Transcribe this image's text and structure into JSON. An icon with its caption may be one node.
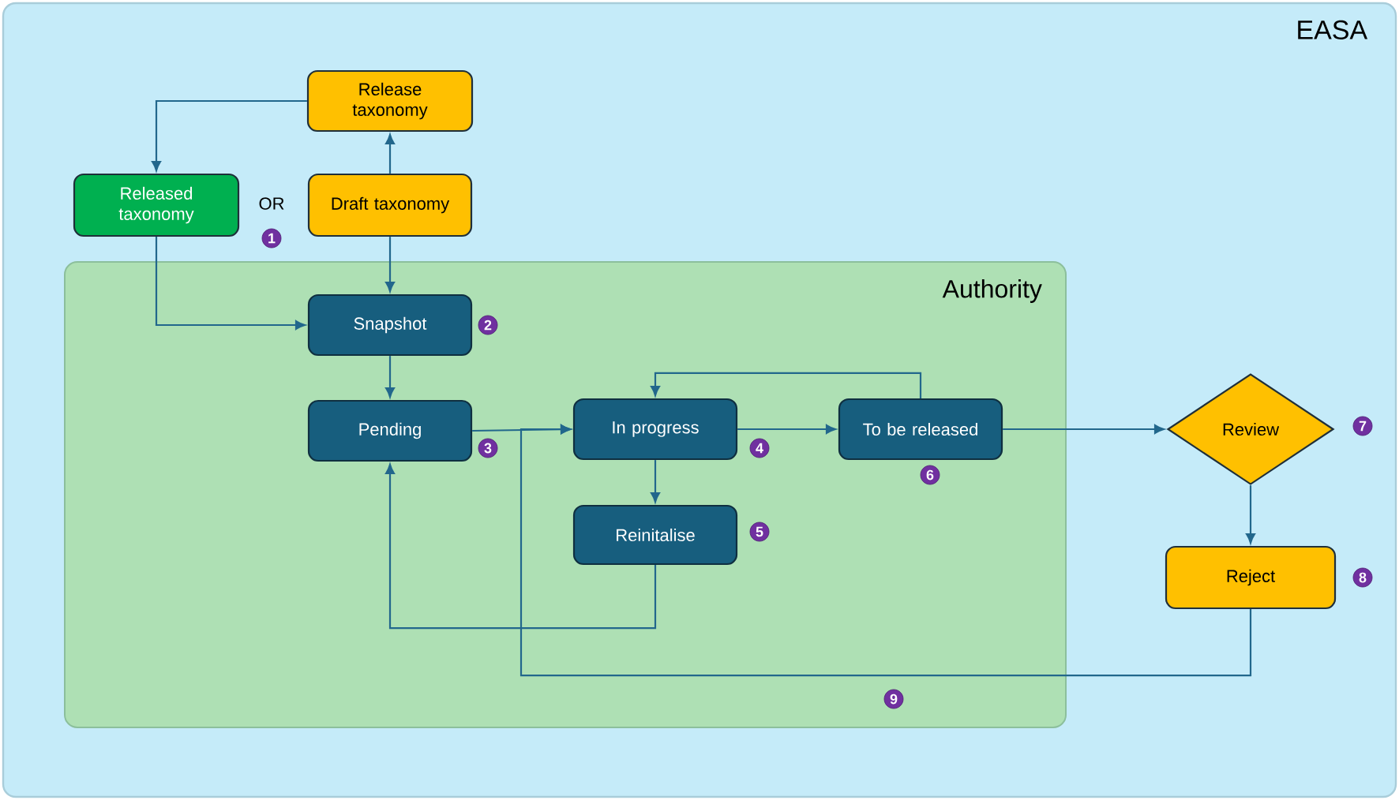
{
  "diagram": {
    "nodes": [
      {
        "text": [
          "EASA"
        ]
      },
      {
        "text": [
          "Release taxonomy"
        ],
        "in": 0
      },
      {
        "text": [
          "Released taxonomy"
        ],
        "in": 0
      },
      {
        "text": [
          "Draft taxonomy"
        ],
        "in": 0
      },
      {
        "text": [
          "Authority"
        ],
        "in": 0
      },
      {
        "text": [
          "Snapshot"
        ],
        "in": 4
      },
      {
        "text": [
          "Pending"
        ],
        "in": 4
      },
      {
        "text": [
          "In progress"
        ],
        "in": 4
      },
      {
        "text": [
          "To be released"
        ],
        "in": 4
      },
      {
        "text": [
          "Reinitalise"
        ],
        "in": 4
      },
      {
        "text": [
          "Review"
        ],
        "in": 0
      },
      {
        "text": [
          "Reject"
        ],
        "in": 0
      }
    ],
    "edges": [
      {
        "from": 3,
        "to": 1,
        "arrow": "to"
      },
      {
        "from": 1,
        "to": 2,
        "arrow": "to"
      },
      {
        "from": 2,
        "to": 5,
        "arrow": "to"
      },
      {
        "from": 3,
        "to": 5,
        "arrow": "to"
      },
      {
        "from": 5,
        "to": 6,
        "arrow": "to"
      },
      {
        "from": 6,
        "to": 7,
        "arrow": "to"
      },
      {
        "from": 7,
        "to": 8,
        "arrow": "to"
      },
      {
        "from": 8,
        "to": 7,
        "arrow": "to"
      },
      {
        "from": 7,
        "to": 9,
        "arrow": "to"
      },
      {
        "from": 9,
        "to": 6,
        "arrow": "to"
      },
      {
        "from": 8,
        "to": 10,
        "arrow": "to"
      },
      {
        "from": 10,
        "to": 11,
        "arrow": "to"
      },
      {
        "from": 11,
        "to": 7,
        "arrow": "to"
      }
    ],
    "labels": [
      "OR",
      "1",
      "2",
      "3",
      "4",
      "5",
      "6",
      "7",
      "8",
      "9"
    ]
  }
}
